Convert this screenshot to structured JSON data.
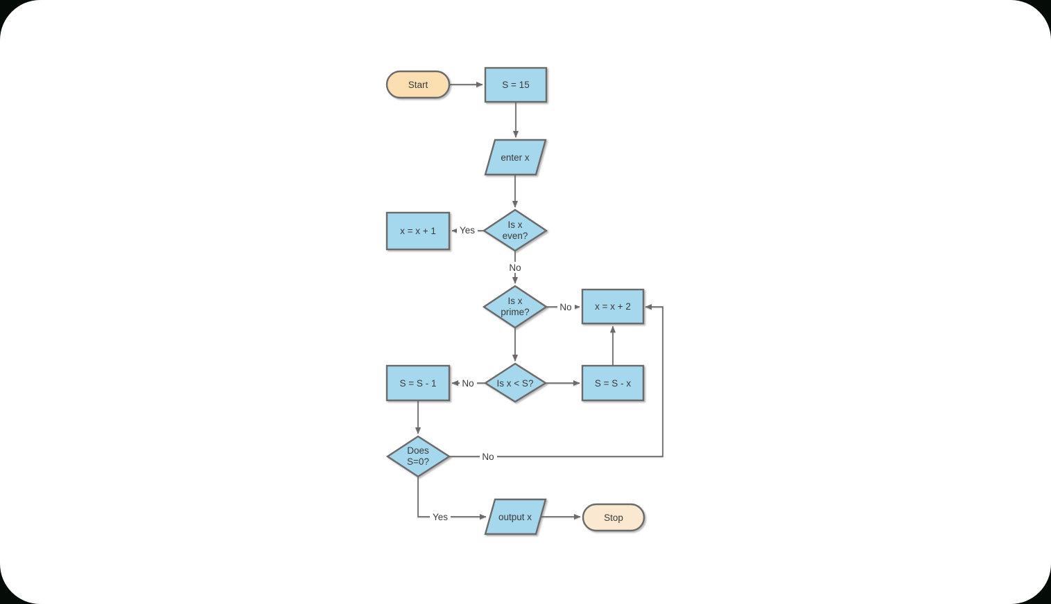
{
  "diagram": {
    "type": "flowchart",
    "nodes": {
      "start": {
        "label": "Start"
      },
      "set_s": {
        "label": "S = 15"
      },
      "enter_x": {
        "label": "enter x"
      },
      "is_even": {
        "line1": "Is x",
        "line2": "even?"
      },
      "x_plus_1": {
        "label": "x = x + 1"
      },
      "is_prime": {
        "line1": "Is x",
        "line2": "prime?"
      },
      "x_plus_2": {
        "label": "x = x + 2"
      },
      "is_less": {
        "label": "Is x < S?"
      },
      "s_minus_1": {
        "label": "S = S - 1"
      },
      "s_minus_x": {
        "label": "S = S - x"
      },
      "does_s0": {
        "line1": "Does",
        "line2": "S=0?"
      },
      "output_x": {
        "label": "output x"
      },
      "stop": {
        "label": "Stop"
      }
    },
    "edge_labels": {
      "even_yes": "Yes",
      "even_no": "No",
      "prime_no": "No",
      "less_no": "No",
      "s0_no": "No",
      "s0_yes": "Yes"
    },
    "colors": {
      "process_fill": "#a5d8ec",
      "decision_fill": "#a5d8ec",
      "io_fill": "#a5d8ec",
      "start_fill": "#fbdfb1",
      "stop_fill": "#fae8d0",
      "shape_border": "#6a6a6a",
      "connector": "#6a6a6a",
      "text": "#3a3a3a",
      "canvas": "#ffffff",
      "page_background": "#050b06"
    }
  }
}
